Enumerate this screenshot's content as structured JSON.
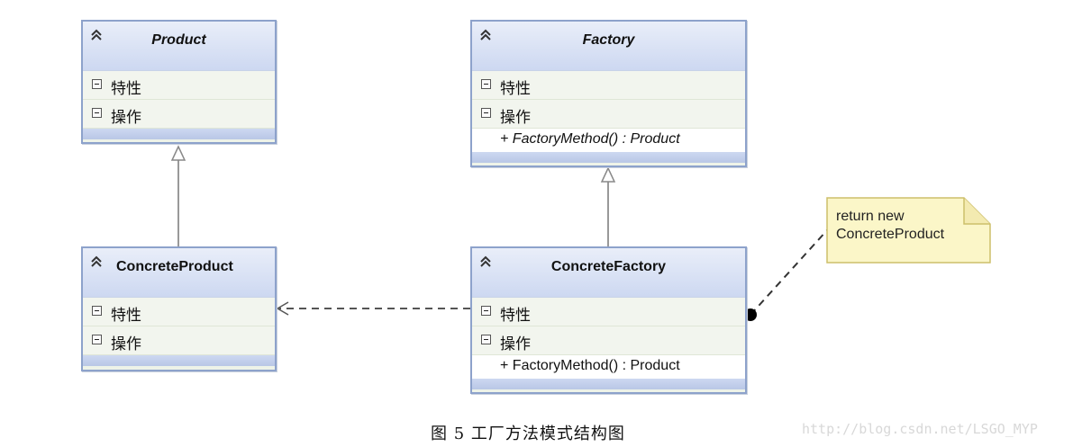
{
  "classes": {
    "product": {
      "name": "Product",
      "attributes_label": "特性",
      "operations_label": "操作"
    },
    "factory": {
      "name": "Factory",
      "attributes_label": "特性",
      "operations_label": "操作",
      "operation": "+ FactoryMethod() : Product"
    },
    "concrete_product": {
      "name": "ConcreteProduct",
      "attributes_label": "特性",
      "operations_label": "操作"
    },
    "concrete_factory": {
      "name": "ConcreteFactory",
      "attributes_label": "特性",
      "operations_label": "操作",
      "operation": "+ FactoryMethod() : Product"
    }
  },
  "note": {
    "text": "return new\nConcreteProduct"
  },
  "caption": "图 5  工厂方法模式结构图",
  "watermark": "http://blog.csdn.net/LSGO_MYP"
}
